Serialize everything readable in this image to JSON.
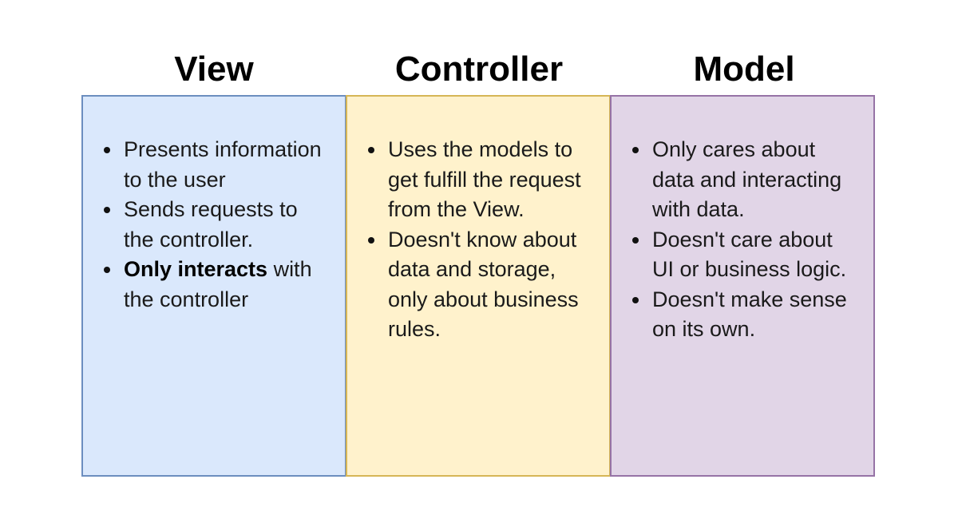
{
  "titles": {
    "view": "View",
    "controller": "Controller",
    "model": "Model"
  },
  "colors": {
    "view_fill": "#dae8fc",
    "view_border": "#6c8ebf",
    "controller_fill": "#fff2cc",
    "controller_border": "#d6b656",
    "model_fill": "#e1d5e7",
    "model_border": "#9673a6"
  },
  "view": {
    "items": [
      {
        "text": "Presents information to the user"
      },
      {
        "text": "Sends requests to the controller."
      },
      {
        "bold": "Only interacts",
        "text": " with the controller"
      }
    ]
  },
  "controller": {
    "items": [
      {
        "text": "Uses the models to get fulfill the request from the View."
      },
      {
        "text": "Doesn't know about data and storage, only about business rules."
      }
    ]
  },
  "model": {
    "items": [
      {
        "text": "Only cares about data and interacting with data."
      },
      {
        "text": "Doesn't care about UI or business logic."
      },
      {
        "text": "Doesn't make sense on its own."
      }
    ]
  }
}
